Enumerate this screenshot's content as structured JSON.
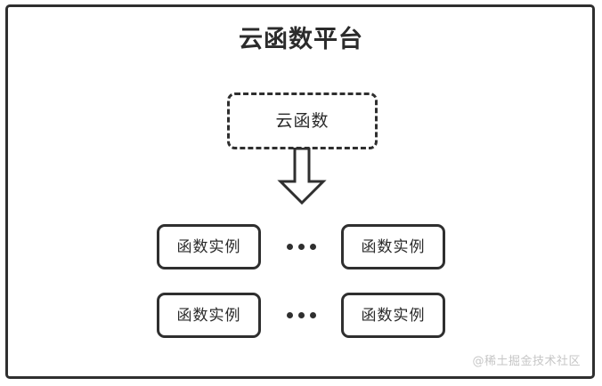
{
  "diagram": {
    "title": "云函数平台",
    "cloud_function": {
      "label": "云函数",
      "border_style": "dashed"
    },
    "flow_arrow": {
      "icon": "arrow-down-outline",
      "direction": "down"
    },
    "instance_rows": [
      {
        "left": {
          "label": "函数实例"
        },
        "ellipsis": "•••",
        "right": {
          "label": "函数实例"
        }
      },
      {
        "left": {
          "label": "函数实例"
        },
        "ellipsis": "•••",
        "right": {
          "label": "函数实例"
        }
      }
    ],
    "watermark": "@稀土掘金技术社区",
    "colors": {
      "stroke": "#2f2f2f",
      "text": "#2b2b2b",
      "background": "#ffffff",
      "watermark": "#c6c6c6"
    }
  }
}
